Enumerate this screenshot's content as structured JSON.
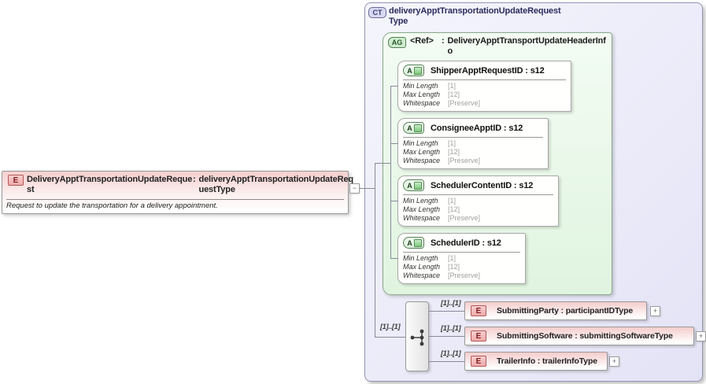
{
  "colon": ":",
  "root_element": {
    "badge": "E",
    "name": "DeliveryApptTransportationUpdateRequest",
    "type": "deliveryApptTransportationUpdateRequestType",
    "annotation": "Request to update the transportation for a delivery appointment.",
    "collapse_glyph": "−"
  },
  "complex_type": {
    "badge": "CT",
    "name": "deliveryApptTransportationUpdateRequestType"
  },
  "attribute_group": {
    "badge": "AG",
    "ref": "<Ref>",
    "type": "DeliveryApptTransportUpdateHeaderInfo",
    "attributes": [
      {
        "badge": "A",
        "label": "ShipperApptRequestID : s12",
        "facets": [
          {
            "name": "Min Length",
            "value": "[1]"
          },
          {
            "name": "Max Length",
            "value": "[12]"
          },
          {
            "name": "Whitespace",
            "value": "[Preserve]"
          }
        ]
      },
      {
        "badge": "A",
        "label": "ConsigneeApptID : s12",
        "facets": [
          {
            "name": "Min Length",
            "value": "[1]"
          },
          {
            "name": "Max Length",
            "value": "[12]"
          },
          {
            "name": "Whitespace",
            "value": "[Preserve]"
          }
        ]
      },
      {
        "badge": "A",
        "label": "SchedulerContentID : s12",
        "facets": [
          {
            "name": "Min Length",
            "value": "[1]"
          },
          {
            "name": "Max Length",
            "value": "[12]"
          },
          {
            "name": "Whitespace",
            "value": "[Preserve]"
          }
        ]
      },
      {
        "badge": "A",
        "label": "SchedulerID : s12",
        "facets": [
          {
            "name": "Min Length",
            "value": "[1]"
          },
          {
            "name": "Max Length",
            "value": "[12]"
          },
          {
            "name": "Whitespace",
            "value": "[Preserve]"
          }
        ]
      }
    ]
  },
  "sequence": {
    "multiplicity": "[1]..[1]",
    "children": [
      {
        "badge": "E",
        "label": "SubmittingParty : participantIDType",
        "multiplicity": "[1]..[1]",
        "expand_glyph": "+"
      },
      {
        "badge": "E",
        "label": "SubmittingSoftware : submittingSoftwareType",
        "multiplicity": "[1]..[1]",
        "expand_glyph": "+"
      },
      {
        "badge": "E",
        "label": "TrailerInfo : trailerInfoType",
        "multiplicity": "[1]..[1]",
        "expand_glyph": "+"
      }
    ]
  },
  "colors": {
    "element_pink": "#f5cfcf",
    "element_badge_border": "#b25959",
    "complex_type_fill": "#e8e8f7",
    "attribute_group_fill": "#e9f7e9",
    "attribute_badge_green": "#7cc87c",
    "connector": "#8a8a9a"
  }
}
